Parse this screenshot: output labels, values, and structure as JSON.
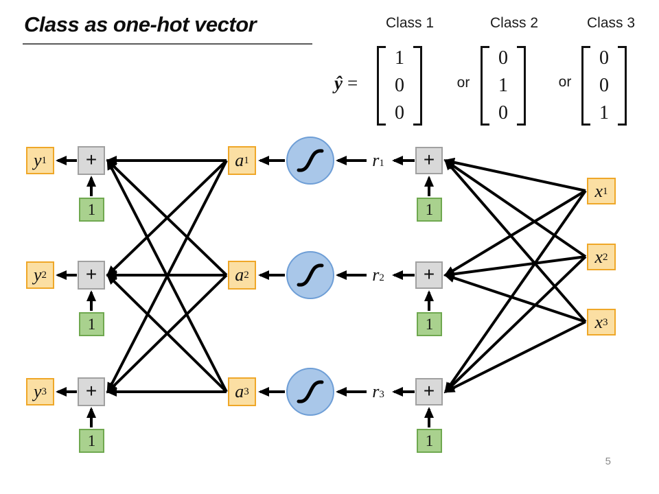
{
  "slide": {
    "title": "Class as one-hot vector",
    "page_number": "5"
  },
  "one_hot": {
    "class_labels": [
      "Class 1",
      "Class 2",
      "Class 3"
    ],
    "y_hat": "ŷ",
    "equals": "=",
    "or_text": "or",
    "vectors": [
      [
        "1",
        "0",
        "0"
      ],
      [
        "0",
        "1",
        "0"
      ],
      [
        "0",
        "0",
        "1"
      ]
    ]
  },
  "network": {
    "sum_label": "+",
    "bias_label": "1",
    "outputs": [
      {
        "base": "y",
        "sub": "1"
      },
      {
        "base": "y",
        "sub": "2"
      },
      {
        "base": "y",
        "sub": "3"
      }
    ],
    "activations": [
      {
        "base": "a",
        "sub": "1"
      },
      {
        "base": "a",
        "sub": "2"
      },
      {
        "base": "a",
        "sub": "3"
      }
    ],
    "signals": [
      {
        "base": "r",
        "sub": "1"
      },
      {
        "base": "r",
        "sub": "2"
      },
      {
        "base": "r",
        "sub": "3"
      }
    ],
    "inputs": [
      {
        "base": "x",
        "sub": "1"
      },
      {
        "base": "x",
        "sub": "2"
      },
      {
        "base": "x",
        "sub": "3"
      }
    ],
    "sigmoid_icon": "sigmoid-curve"
  },
  "colors": {
    "node_orange_fill": "#FBDFA3",
    "node_orange_border": "#EFA728",
    "node_gray_fill": "#D9D9D9",
    "node_gray_border": "#A0A0A0",
    "node_green_fill": "#A9D18E",
    "node_green_border": "#6FA84F",
    "sigmoid_fill": "#A9C7E9",
    "sigmoid_border": "#6E9ED6",
    "wire": "#000000",
    "page_number_gray": "#8A8A8A"
  }
}
